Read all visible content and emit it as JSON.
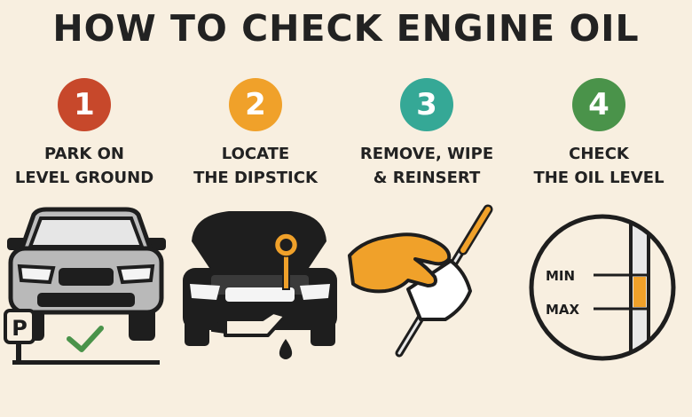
{
  "title": "HOW TO CHECK ENGINE OIL",
  "colors": {
    "background": "#f8efe0",
    "step1": "#c7482b",
    "step2": "#f0a12a",
    "step3": "#35a896",
    "step4": "#4a934a",
    "dipstick_orange": "#f0a12a",
    "check_green": "#4a934a",
    "outline": "#1e1e1e"
  },
  "steps": [
    {
      "number": "1",
      "label": "PARK ON\nLEVEL GROUND"
    },
    {
      "number": "2",
      "label": "LOCATE\nTHE DIPSTICK"
    },
    {
      "number": "3",
      "label": "REMOVE, WIPE\n& REINSERT"
    },
    {
      "number": "4",
      "label": "CHECK\nTHE OIL LEVEL"
    }
  ],
  "illustrations": {
    "step1": {
      "icons": [
        "car-front-icon",
        "parking-sign-icon",
        "checkmark-icon"
      ],
      "sign_letter": "P"
    },
    "step2": {
      "icons": [
        "car-open-hood-icon",
        "dipstick-handle-icon",
        "oil-can-icon",
        "oil-drop-icon"
      ]
    },
    "step3": {
      "icons": [
        "hand-icon",
        "cloth-icon",
        "dipstick-icon"
      ]
    },
    "step4": {
      "icons": [
        "magnifier-circle-icon",
        "dipstick-level-icon"
      ],
      "min_label": "MIN",
      "max_label": "MAX"
    }
  }
}
